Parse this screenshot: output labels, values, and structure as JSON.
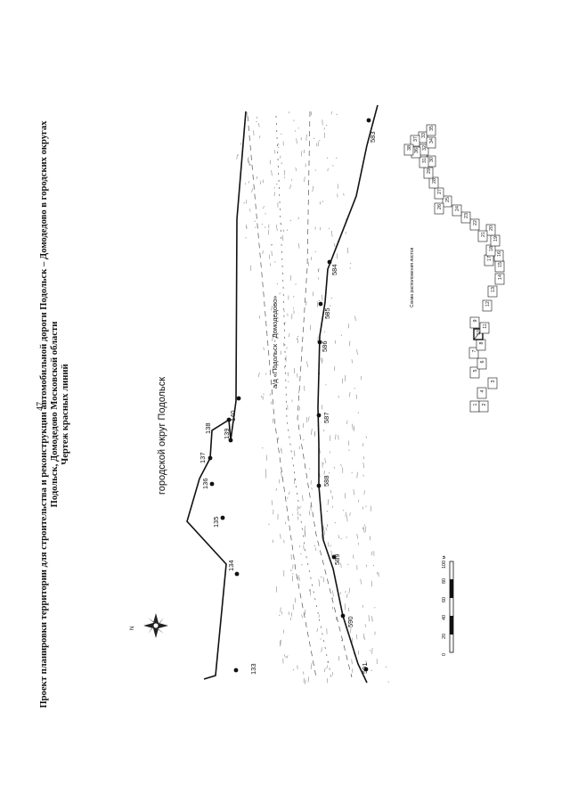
{
  "page_number": "47",
  "title_lines": [
    "Проект планировки территории для строительства и реконструкции автомобильной дороги Подольск – Домодедово в городских округах",
    "Подольск, Домодедово Московской области",
    "Чертеж красных линий"
  ],
  "district_label": "городской округ Подольск",
  "road_label": "а/д «Подольск - Домодедово»",
  "north_arrow": {
    "icon": "compass-rose-icon",
    "letter": "N"
  },
  "scale_bar": {
    "ticks": [
      "0",
      "20",
      "40",
      "60",
      "80",
      "100 м"
    ]
  },
  "left_red_line_points": [
    "133",
    "134",
    "135",
    "136",
    "137",
    "138",
    "139",
    "140"
  ],
  "right_red_line_points": [
    "591",
    "590",
    "589",
    "588",
    "587",
    "586",
    "585",
    "584",
    "583"
  ],
  "sheet_scheme": {
    "caption": "Схема расположения листов",
    "sheets": [
      "1",
      "2",
      "3",
      "4",
      "5",
      "6",
      "7",
      "8",
      "9",
      "10",
      "11",
      "12",
      "13",
      "14",
      "15",
      "16",
      "17",
      "18",
      "19",
      "20",
      "21",
      "22",
      "23",
      "24",
      "25",
      "26",
      "27",
      "28",
      "29",
      "30",
      "31",
      "32",
      "33",
      "34",
      "35",
      "36",
      "37",
      "38"
    ],
    "current_sheet": "10"
  },
  "colors": {
    "line": "#111111",
    "background_texture": "#8a8a8a"
  }
}
